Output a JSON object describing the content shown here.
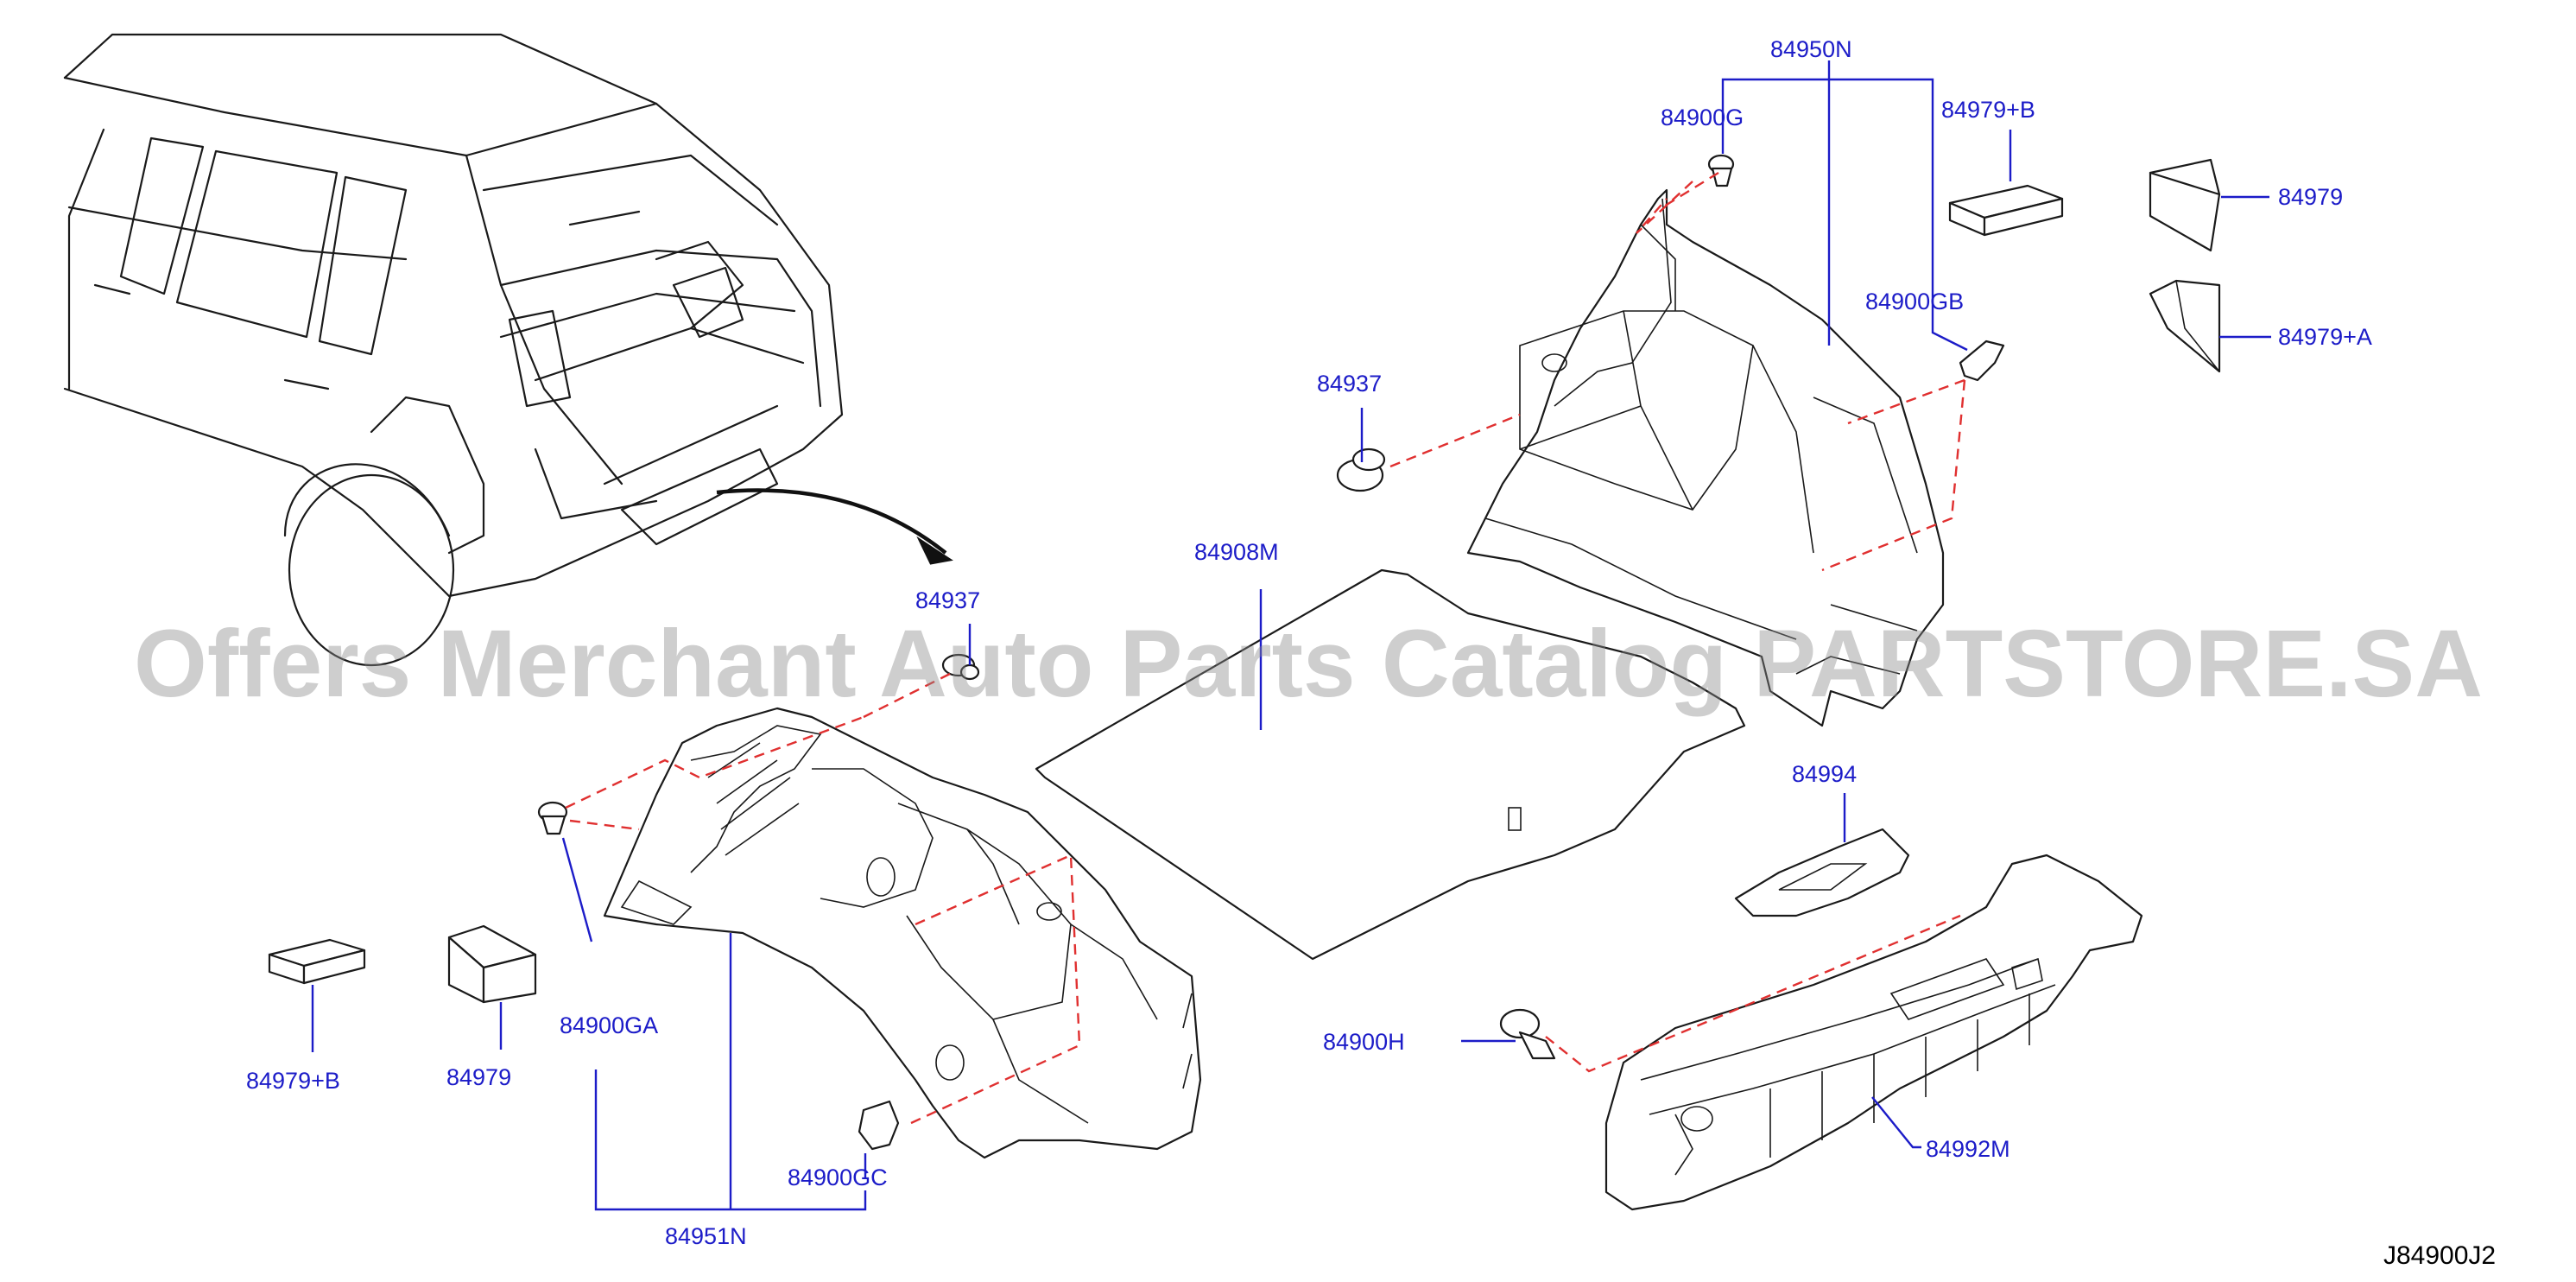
{
  "callouts": {
    "p84950N": "84950N",
    "p84900G": "84900G",
    "p84979B_top": "84979+B",
    "p84979_top": "84979",
    "p84979A": "84979+A",
    "p84900GB": "84900GB",
    "p84937_top": "84937",
    "p84908M": "84908M",
    "p84937_mid": "84937",
    "p84994": "84994",
    "p84900GA": "84900GA",
    "p84979B_bottom": "84979+B",
    "p84979_bottom": "84979",
    "p84900H": "84900H",
    "p84992M": "84992M",
    "p84900GC": "84900GC",
    "p84951N": "84951N"
  },
  "diagram_code": "J84900J2",
  "watermark": "Offers Merchant Auto Parts Catalog PARTSTORE.SA",
  "colors": {
    "callout_text": "#1c1cc8",
    "leader_line": "#1c1cc8",
    "dashed_assembly_line": "#e03030",
    "part_outline": "#1a1a1a"
  }
}
